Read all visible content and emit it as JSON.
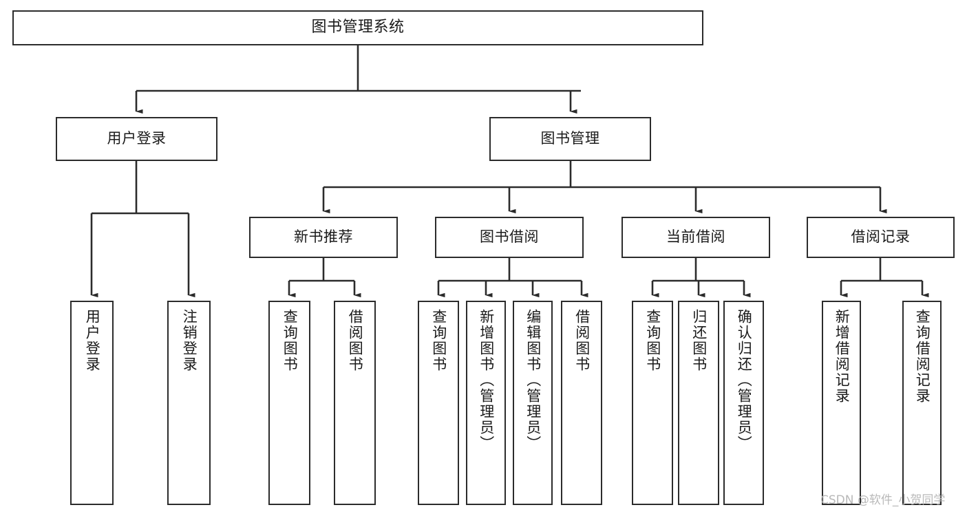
{
  "diagram": {
    "title": "图书管理系统",
    "type": "tree-hierarchy-diagram",
    "colors": {
      "background": "#ffffff",
      "box_border": "#2b2b2b",
      "box_fill": "#ffffff",
      "text": "#1a1a1a",
      "connector": "#2b2b2b",
      "watermark": "#b9b9b9"
    },
    "root": {
      "label": "图书管理系统"
    },
    "level2": [
      {
        "label": "用户登录"
      },
      {
        "label": "图书管理"
      }
    ],
    "level3": [
      {
        "label": "新书推荐"
      },
      {
        "label": "图书借阅"
      },
      {
        "label": "当前借阅"
      },
      {
        "label": "借阅记录"
      }
    ],
    "leaves": [
      {
        "label": "用户登录"
      },
      {
        "label": "注销登录"
      },
      {
        "label": "查询图书"
      },
      {
        "label": "借阅图书"
      },
      {
        "label": "查询图书"
      },
      {
        "label": "新增图书（管理员）"
      },
      {
        "label": "编辑图书（管理员）"
      },
      {
        "label": "借阅图书"
      },
      {
        "label": "查询图书"
      },
      {
        "label": "归还图书"
      },
      {
        "label": "确认归还（管理员）"
      },
      {
        "label": "新增借阅记录"
      },
      {
        "label": "查询借阅记录"
      }
    ],
    "watermark": "CSDN @软件_小贺同学"
  }
}
